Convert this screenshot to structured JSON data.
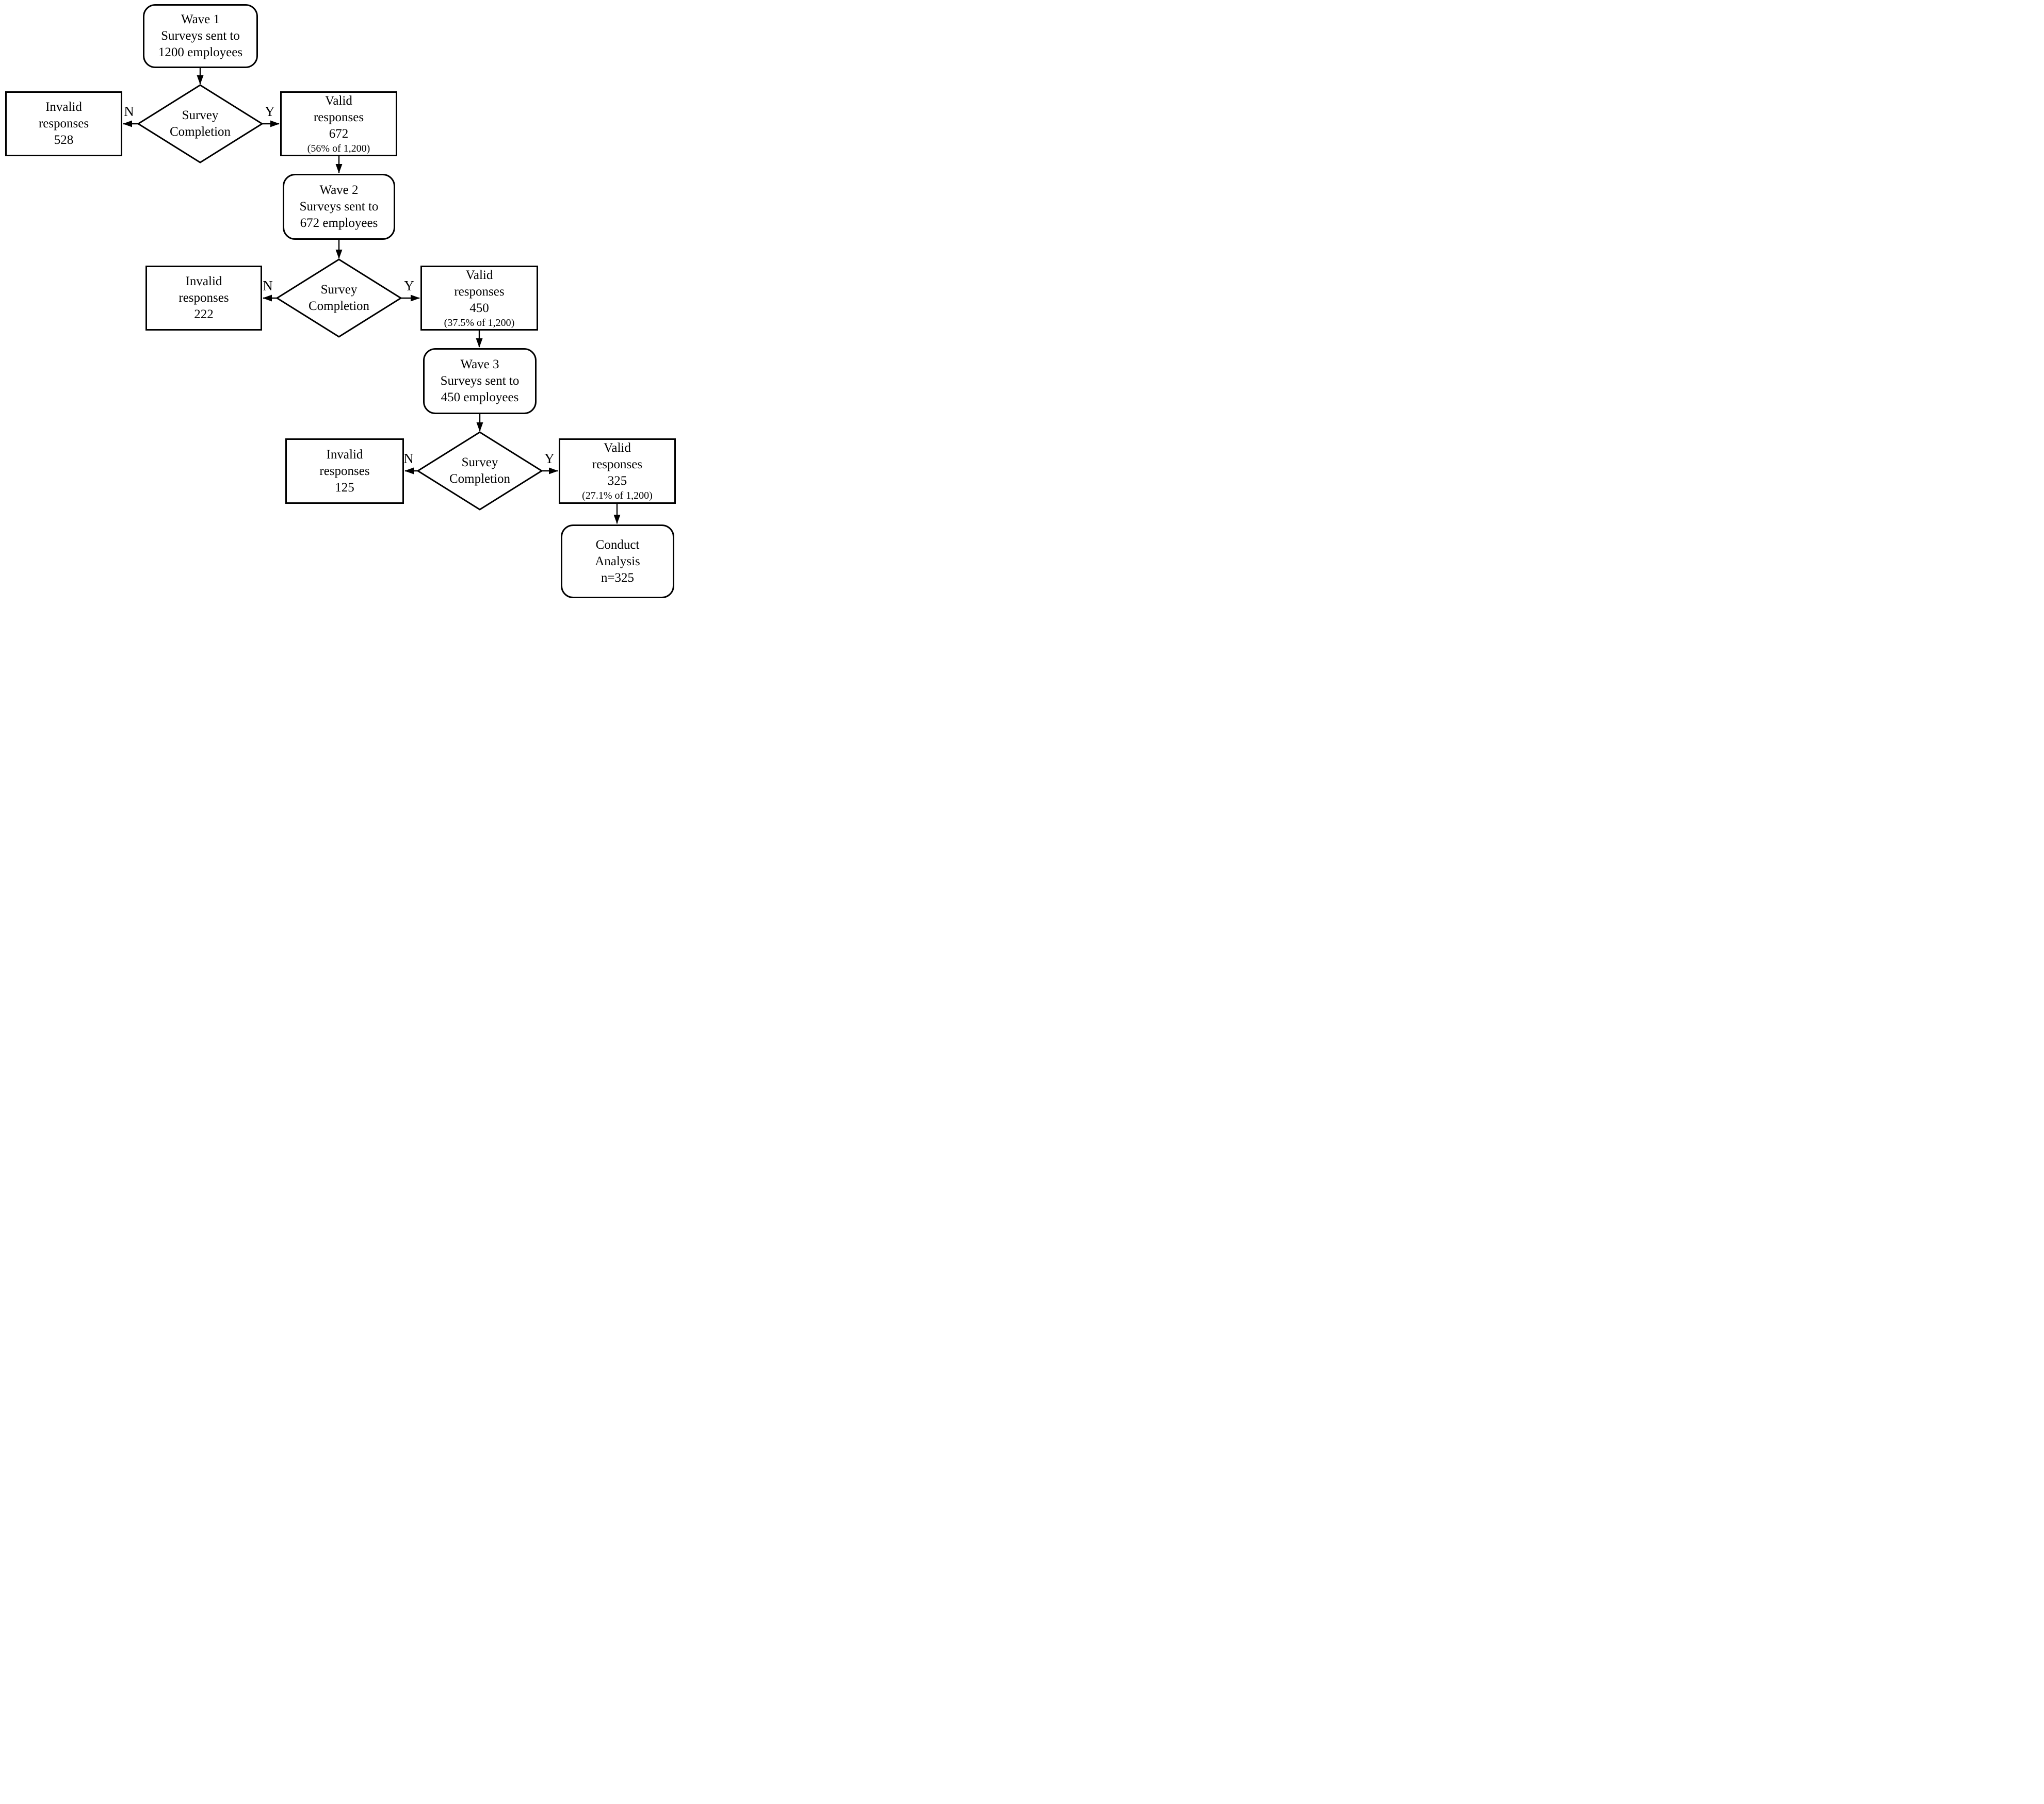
{
  "flowchart": {
    "waves": [
      {
        "wave_box": [
          "Wave 1",
          "Surveys sent to",
          "1200 employees"
        ],
        "decision": [
          "Survey",
          "Completion"
        ],
        "branch_no": "N",
        "branch_yes": "Y",
        "invalid_box": [
          "Invalid",
          "responses",
          "528"
        ],
        "valid_box": [
          "Valid",
          "responses",
          "672"
        ],
        "valid_note": "(56% of 1,200)"
      },
      {
        "wave_box": [
          "Wave 2",
          "Surveys sent to",
          "672 employees"
        ],
        "decision": [
          "Survey",
          "Completion"
        ],
        "branch_no": "N",
        "branch_yes": "Y",
        "invalid_box": [
          "Invalid",
          "responses",
          "222"
        ],
        "valid_box": [
          "Valid",
          "responses",
          "450"
        ],
        "valid_note": "(37.5% of 1,200)"
      },
      {
        "wave_box": [
          "Wave 3",
          "Surveys sent to",
          "450 employees"
        ],
        "decision": [
          "Survey",
          "Completion"
        ],
        "branch_no": "N",
        "branch_yes": "Y",
        "invalid_box": [
          "Invalid",
          "responses",
          "125"
        ],
        "valid_box": [
          "Valid",
          "responses",
          "325"
        ],
        "valid_note": "(27.1% of 1,200)"
      }
    ],
    "final_box": [
      "Conduct",
      "Analysis",
      "n=325"
    ],
    "line_color": "#000000",
    "background_color": "#ffffff"
  }
}
